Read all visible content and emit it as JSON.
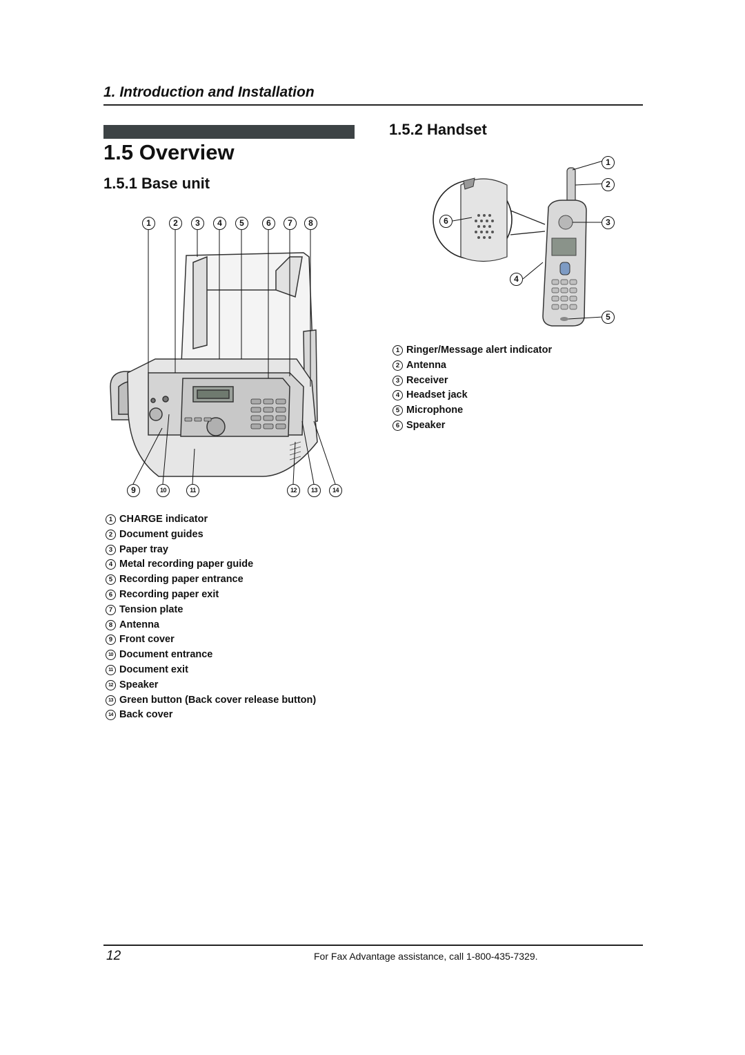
{
  "header": {
    "chapter_title": "1. Introduction and Installation"
  },
  "section": {
    "title": "1.5 Overview"
  },
  "base_unit": {
    "title": "1.5.1 Base unit",
    "callouts_top": [
      "1",
      "2",
      "3",
      "4",
      "5",
      "6",
      "7",
      "8"
    ],
    "callouts_bottom": [
      "9",
      "10",
      "11",
      "12",
      "13",
      "14"
    ],
    "legend": [
      {
        "num": "1",
        "label": "CHARGE indicator"
      },
      {
        "num": "2",
        "label": "Document guides"
      },
      {
        "num": "3",
        "label": "Paper tray"
      },
      {
        "num": "4",
        "label": "Metal recording paper guide"
      },
      {
        "num": "5",
        "label": "Recording paper entrance"
      },
      {
        "num": "6",
        "label": "Recording paper exit"
      },
      {
        "num": "7",
        "label": "Tension plate"
      },
      {
        "num": "8",
        "label": "Antenna"
      },
      {
        "num": "9",
        "label": "Front cover"
      },
      {
        "num": "10",
        "label": "Document entrance"
      },
      {
        "num": "11",
        "label": "Document exit"
      },
      {
        "num": "12",
        "label": "Speaker"
      },
      {
        "num": "13",
        "label": "Green button (Back cover release button)"
      },
      {
        "num": "14",
        "label": "Back cover"
      }
    ]
  },
  "handset": {
    "title": "1.5.2 Handset",
    "callouts": [
      "1",
      "2",
      "3",
      "4",
      "5",
      "6"
    ],
    "legend": [
      {
        "num": "1",
        "label": "Ringer/Message alert indicator"
      },
      {
        "num": "2",
        "label": "Antenna"
      },
      {
        "num": "3",
        "label": "Receiver"
      },
      {
        "num": "4",
        "label": "Headset jack"
      },
      {
        "num": "5",
        "label": "Microphone"
      },
      {
        "num": "6",
        "label": "Speaker"
      }
    ]
  },
  "footer": {
    "page_number": "12",
    "note": "For Fax Advantage assistance, call 1-800-435-7329."
  }
}
